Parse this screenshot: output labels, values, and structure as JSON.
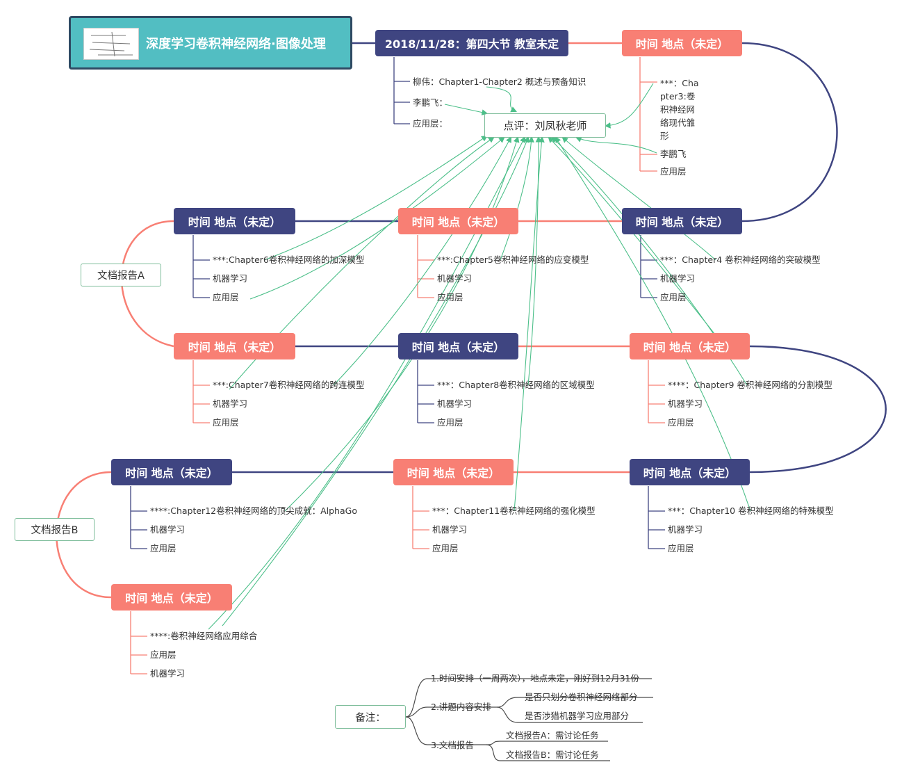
{
  "title": "深度学习卷积神经网络·图像处理",
  "colors": {
    "navy": "#3f4581",
    "coral": "#f87f74",
    "teal": "#52bec2",
    "green": "#4cbf89"
  },
  "session1": {
    "title": "2018/11/28：第四大节 教室未定",
    "items": [
      "柳伟：Chapter1-Chapter2 概述与预备知识",
      "李鹏飞：",
      "应用层："
    ]
  },
  "review": "点评：刘凤秋老师",
  "session2": {
    "title": "时间 地点（未定）",
    "items": [
      "***：Cha pter3:卷积神经网络现代雏形",
      "李鹏飞",
      "应用层"
    ]
  },
  "session3": {
    "title": "时间 地点（未定）",
    "items": [
      "***：Chapter4 卷积神经网络的突破模型",
      "机器学习",
      "应用层"
    ]
  },
  "session4": {
    "title": "时间 地点（未定）",
    "items": [
      "***:Chapter5卷积神经网络的应变模型",
      "机器学习",
      "应用层"
    ]
  },
  "session5": {
    "title": "时间 地点（未定）",
    "items": [
      "***:Chapter6卷积神经网络的加深模型",
      "机器学习",
      "应用层"
    ]
  },
  "session6": {
    "title": "时间 地点（未定）",
    "items": [
      "***:Chapter7卷积神经网络的跨连模型",
      "机器学习",
      "应用层"
    ]
  },
  "session7": {
    "title": "时间 地点（未定）",
    "items": [
      "***：Chapter8卷积神经网络的区域模型",
      "机器学习",
      "应用层"
    ]
  },
  "session8": {
    "title": "时间 地点（未定）",
    "items": [
      "****：Chapter9 卷积神经网络的分割模型",
      "机器学习",
      "应用层"
    ]
  },
  "session9": {
    "title": "时间 地点（未定）",
    "items": [
      "***：Chapter10 卷积神经网络的特殊模型",
      "机器学习",
      "应用层"
    ]
  },
  "session10": {
    "title": "时间 地点（未定）",
    "items": [
      "***：Chapter11卷积神经网络的强化模型",
      "机器学习",
      "应用层"
    ]
  },
  "session11": {
    "title": "时间 地点（未定）",
    "items": [
      "****:Chapter12卷积神经网络的顶尖成就：AlphaGo",
      "机器学习",
      "应用层"
    ]
  },
  "session12": {
    "title": "时间 地点（未定）",
    "items": [
      "****:卷积神经网络应用综合",
      "应用层",
      "机器学习"
    ]
  },
  "reportA": "文档报告A",
  "reportB": "文档报告B",
  "notes": {
    "label": "备注：",
    "item1": "1.时间安排（一周两次），地点未定，刚好到12月31份",
    "item2": "2.讲题内容安排",
    "item2a": "是否只划分卷积神经网络部分",
    "item2b": "是否涉猎机器学习应用部分",
    "item3": "3.文档报告",
    "item3a": "文档报告A：需讨论任务",
    "item3b": "文档报告B：需讨论任务"
  }
}
